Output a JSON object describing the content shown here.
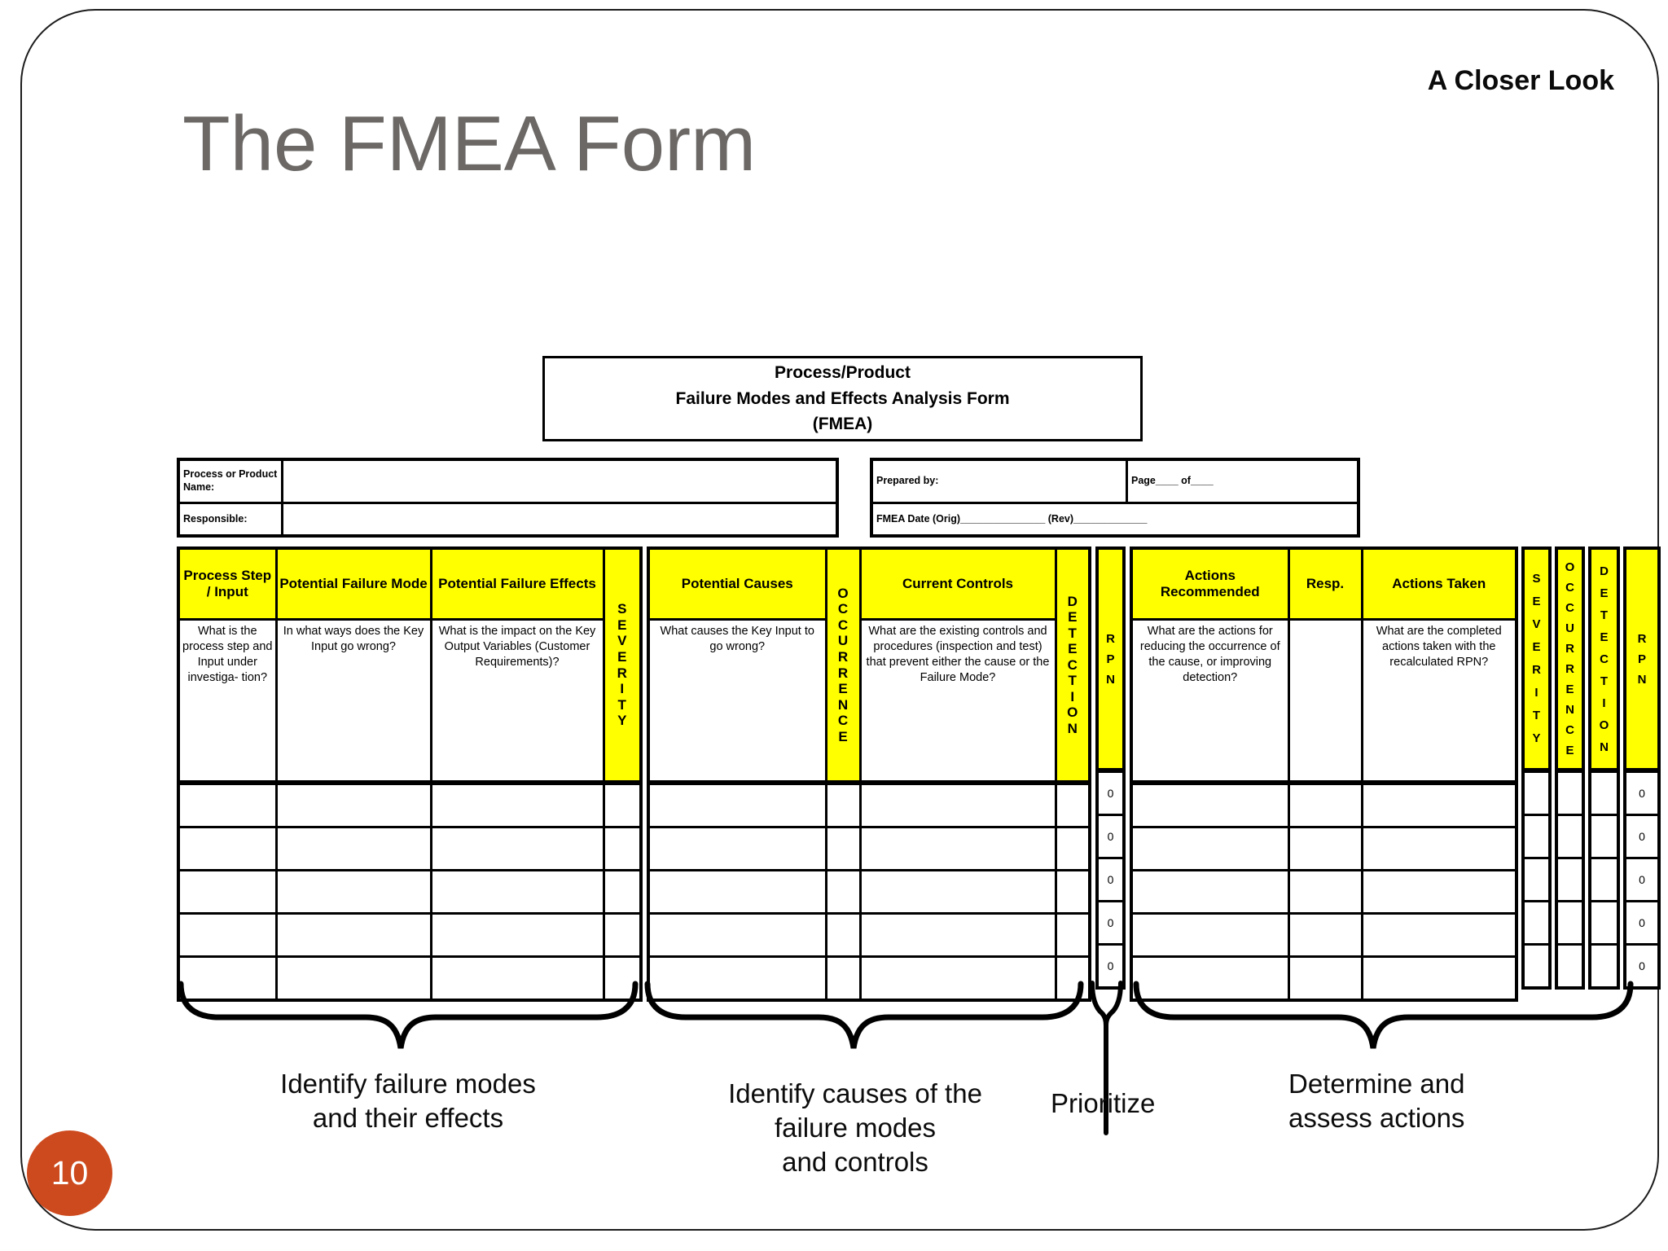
{
  "slide": {
    "corner_label": "A Closer Look",
    "title": "The FMEA Form",
    "page_number": "10",
    "accent_color": "#cd4a1e",
    "title_color": "#6b6866",
    "header_bg_color": "#ffff00"
  },
  "form": {
    "title_box": {
      "line1": "Process/Product",
      "line2": "Failure Modes and Effects Analysis Form",
      "line3": "(FMEA)"
    },
    "info": {
      "process_name_label": "Process or Product Name:",
      "responsible_label": "Responsible:",
      "prepared_by_label": "Prepared by:",
      "page_label": "Page____ of____",
      "fmea_date_label": "FMEA Date (Orig)_______________ (Rev)_____________"
    }
  },
  "table": {
    "columns": {
      "process_step_input": {
        "label": "Process Step / Input",
        "desc": "What is the process step and Input under investiga- tion?"
      },
      "potential_failure_mode": {
        "label": "Potential Failure Mode",
        "desc": "In what ways does the Key Input go wrong?"
      },
      "potential_failure_effects": {
        "label": "Potential Failure Effects",
        "desc": "What is the impact on the Key Output Variables (Customer Requirements)?"
      },
      "severity": {
        "label": "SEVERITY"
      },
      "potential_causes": {
        "label": "Potential Causes",
        "desc": "What causes the Key Input to go wrong?"
      },
      "occurrence": {
        "label": "OCCURRENCE"
      },
      "current_controls": {
        "label": "Current Controls",
        "desc": "What are the existing controls and procedures (inspection and test) that prevent either the cause or the Failure Mode?"
      },
      "detection": {
        "label": "DETECTION"
      },
      "rpn": {
        "label": "RPN"
      },
      "actions_recommended": {
        "label": "Actions Recommended",
        "desc": "What are the actions for reducing the occurrence of the cause, or improving detection?"
      },
      "resp": {
        "label": "Resp.",
        "desc": ""
      },
      "actions_taken": {
        "label": "Actions Taken",
        "desc": "What are the completed actions taken with the recalculated RPN?"
      },
      "severity_new": {
        "label": "SEVERITY"
      },
      "occurrence_new": {
        "label": "OCCURRENCE"
      },
      "detection_new": {
        "label": "DETECTION"
      },
      "rpn_new": {
        "label": "RPN"
      }
    },
    "rows": [
      {
        "rpn": "0",
        "rpn_new": "0"
      },
      {
        "rpn": "0",
        "rpn_new": "0"
      },
      {
        "rpn": "0",
        "rpn_new": "0"
      },
      {
        "rpn": "0",
        "rpn_new": "0"
      },
      {
        "rpn": "0",
        "rpn_new": "0"
      }
    ]
  },
  "annotations": {
    "identify_failures": "Identify failure modes\nand their effects",
    "identify_causes": "Identify causes of the\nfailure modes\nand controls",
    "prioritize": "Prioritize",
    "determine": "Determine and\nassess actions"
  }
}
